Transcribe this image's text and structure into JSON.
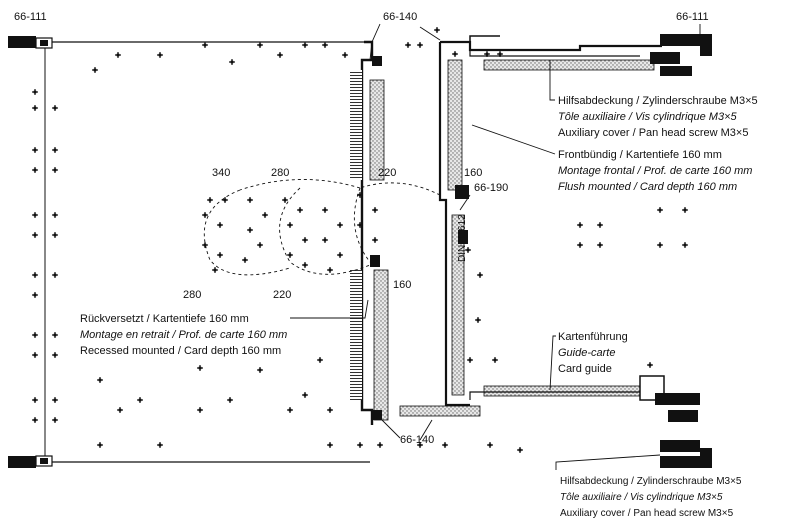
{
  "part_labels": {
    "top_left": "66-111",
    "top_right": "66-111",
    "top_center": "66-140",
    "bottom_center": "66-140",
    "right_mid": "66-190"
  },
  "dimensions": {
    "upper": [
      "340",
      "280",
      "220",
      "160"
    ],
    "lower": [
      "280",
      "220",
      "160"
    ]
  },
  "din_text": "DIN 41612",
  "callouts": {
    "aux_top": {
      "de": "Hilfsabdeckung / Zylinderschraube M3×5",
      "fr": "Tôle auxiliaire / Vis cylindrique M3×5",
      "en": "Auxiliary cover / Pan head screw M3×5"
    },
    "flush": {
      "de": "Frontbündig / Kartentiefe 160 mm",
      "fr": "Montage frontal / Prof. de carte  160 mm",
      "en": "Flush mounted / Card depth 160 mm"
    },
    "recessed": {
      "de": "Rückversetzt / Kartentiefe 160 mm",
      "fr": "Montage en retrait / Prof. de carte  160 mm",
      "en": "Recessed mounted / Card depth 160 mm"
    },
    "guide": {
      "de": "Kartenführung",
      "fr": "Guide-carte",
      "en": "Card guide"
    },
    "aux_bottom": {
      "de": "Hilfsabdeckung / Zylinderschraube M3×5",
      "fr": "Tôle auxiliaire / Vis cylindrique M3×5",
      "en": "Auxiliary cover / Pan head screw M3×5"
    }
  }
}
